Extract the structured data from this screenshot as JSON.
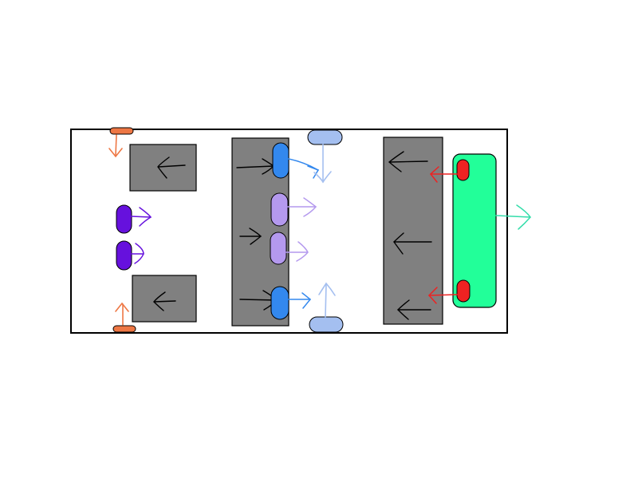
{
  "colors": {
    "background": "#ffffff",
    "outline": "#000000",
    "block": "#808080",
    "sketch_arrow": "#000000",
    "orange": "#ee7744",
    "violet": "#6611dd",
    "blue": "#3388ee",
    "lavender": "#b499ee",
    "light_blue": "#a4bff0",
    "red": "#ee2222",
    "green": "#22ff99",
    "teal": "#33ddaa"
  },
  "components": {
    "frame": "outer-frame",
    "blocks": [
      "left-top-block",
      "left-bottom-block",
      "middle-column",
      "right-column",
      "green-plate"
    ],
    "pills": {
      "orange": 2,
      "violet": 2,
      "blue": 2,
      "lavender": 2,
      "light_blue": 2,
      "red": 2
    }
  },
  "icons": {
    "arrow_left": "arrow-left-icon",
    "arrow_right": "arrow-right-icon",
    "arrow_up": "arrow-up-icon",
    "arrow_down": "arrow-down-icon"
  }
}
